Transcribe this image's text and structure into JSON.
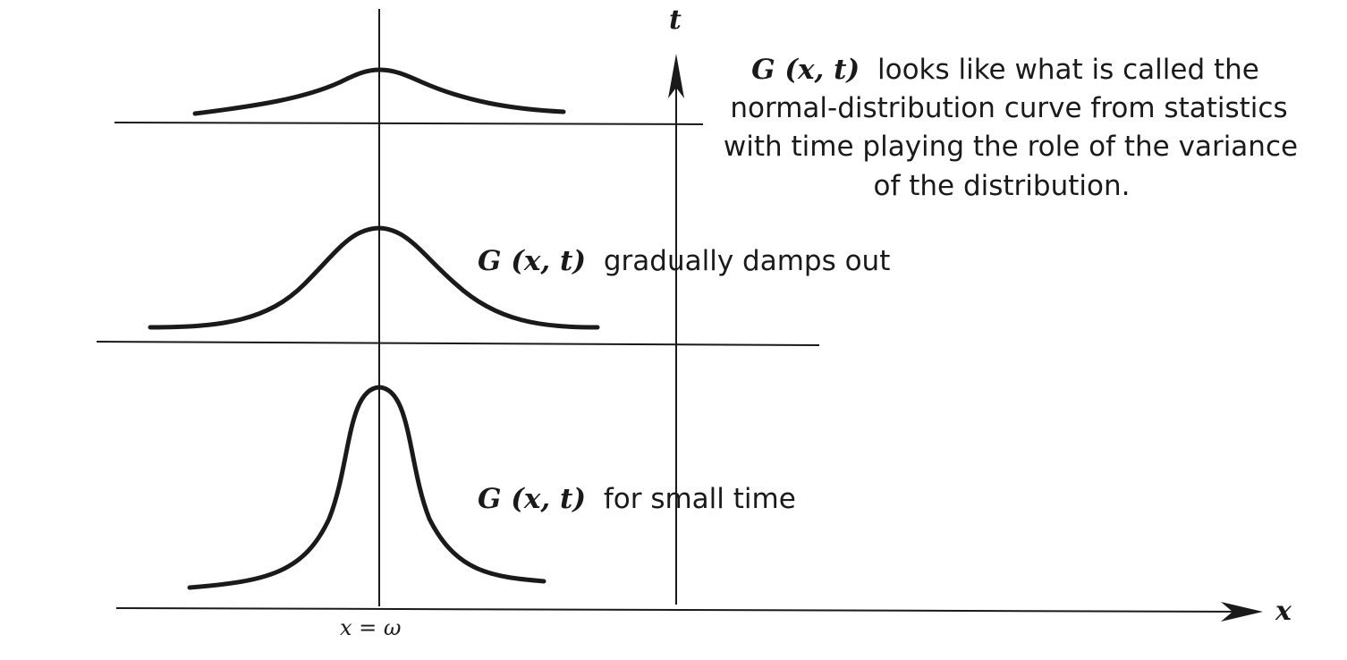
{
  "axes": {
    "x_label": "x",
    "t_label": "t"
  },
  "marker": {
    "label": "x = ω"
  },
  "annotations": {
    "small_time": {
      "math": "G (x, t)",
      "text": "for small time"
    },
    "damps": {
      "math": "G (x, t)",
      "text": "gradually damps out"
    },
    "normal": {
      "math": "G (x, t)",
      "line1": "looks like what is called the",
      "line2": "normal-distribution curve from statistics",
      "line3": "with time playing the role of the variance",
      "line4": "of the distribution."
    }
  },
  "colors": {
    "ink": "#1a1a1a",
    "paper": "#ffffff"
  }
}
